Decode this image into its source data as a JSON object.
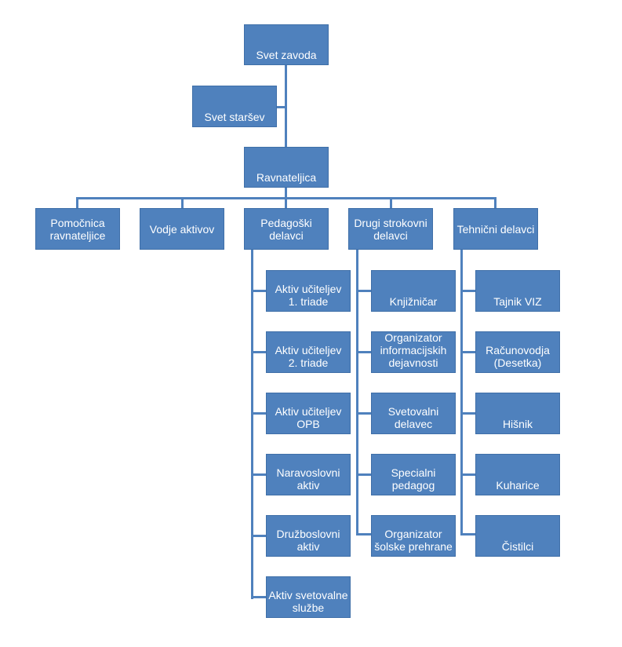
{
  "org_chart": {
    "top": {
      "council": "Svet zavoda",
      "parents_council": "Svet staršev",
      "director": "Ravnateljica"
    },
    "branches": [
      {
        "label": "Pomočnica\nravnateljice",
        "children": []
      },
      {
        "label": "Vodje aktivov",
        "children": []
      },
      {
        "label": "Pedagoški\ndelavci",
        "children": [
          "Aktiv učiteljev\n1. triade",
          "Aktiv učiteljev\n2. triade",
          "Aktiv učiteljev\nOPB",
          "Naravoslovni\naktiv",
          "Družboslovni\naktiv",
          "Aktiv svetovalne\nslužbe"
        ]
      },
      {
        "label": "Drugi strokovni\ndelavci",
        "children": [
          "Knjižničar",
          "Organizator\ninformacijskih\ndejavnosti",
          "Svetovalni\ndelavec",
          "Specialni\npedagog",
          "Organizator\nšolske prehrane"
        ]
      },
      {
        "label": "Tehnični delavci",
        "children": [
          "Tajnik VIZ",
          "Računovodja\n(Desetka)",
          "Hišnik",
          "Kuharice",
          "Čistilci"
        ]
      }
    ]
  },
  "colors": {
    "box_fill": "#4f81bd",
    "box_text": "#ffffff",
    "connector": "#4f81bd"
  }
}
